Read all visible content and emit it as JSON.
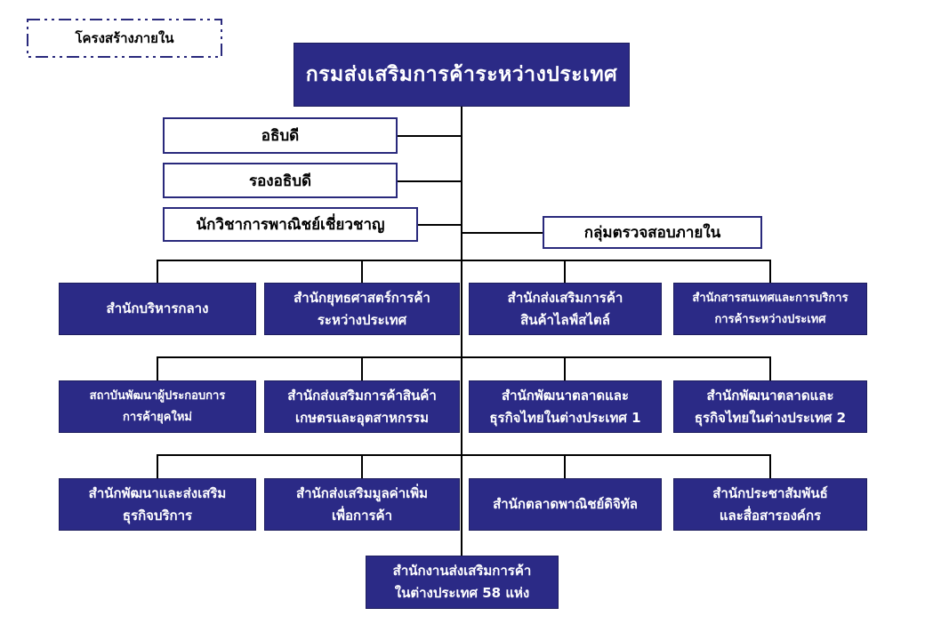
{
  "colors": {
    "box_fill_navy": "#2b2a86",
    "box_border_navy": "#29297c",
    "connector_line": "#000000",
    "text_on_navy": "#ffffff",
    "text_on_white": "#000000",
    "background": "#ffffff"
  },
  "legend": {
    "label": "โครงสร้างภายใน"
  },
  "root": {
    "label": "กรมส่งเสริมการค้าระหว่างประเทศ"
  },
  "executives": [
    {
      "label": "อธิบดี"
    },
    {
      "label": "รองอธิบดี"
    },
    {
      "label": "นักวิชาการพาณิชย์เชี่ยวชาญ"
    }
  ],
  "audit": {
    "label": "กลุ่มตรวจสอบภายใน"
  },
  "departments": [
    {
      "line1": "สำนักบริหารกลาง",
      "line2": ""
    },
    {
      "line1": "สำนักยุทธศาสตร์การค้า",
      "line2": "ระหว่างประเทศ"
    },
    {
      "line1": "สำนักส่งเสริมการค้า",
      "line2": "สินค้าไลฟ์สไตล์"
    },
    {
      "line1": "สำนักสารสนเทศและการบริการ",
      "line2": "การค้าระหว่างประเทศ"
    },
    {
      "line1": "สถาบันพัฒนาผู้ประกอบการ",
      "line2": "การค้ายุคใหม่"
    },
    {
      "line1": "สำนักส่งเสริมการค้าสินค้า",
      "line2": "เกษตรและอุตสาหกรรม"
    },
    {
      "line1": "สำนักพัฒนาตลาดและ",
      "line2": "ธุรกิจไทยในต่างประเทศ 1"
    },
    {
      "line1": "สำนักพัฒนาตลาดและ",
      "line2": "ธุรกิจไทยในต่างประเทศ 2"
    },
    {
      "line1": "สำนักพัฒนาและส่งเสริม",
      "line2": "ธุรกิจบริการ"
    },
    {
      "line1": "สำนักส่งเสริมมูลค่าเพิ่ม",
      "line2": "เพื่อการค้า"
    },
    {
      "line1": "สำนักตลาดพาณิชย์ดิจิทัล",
      "line2": ""
    },
    {
      "line1": "สำนักประชาสัมพันธ์",
      "line2": "และสื่อสารองค์กร"
    }
  ],
  "overseas": {
    "line1": "สำนักงานส่งเสริมการค้า",
    "line2": "ในต่างประเทศ 58 แห่ง"
  }
}
